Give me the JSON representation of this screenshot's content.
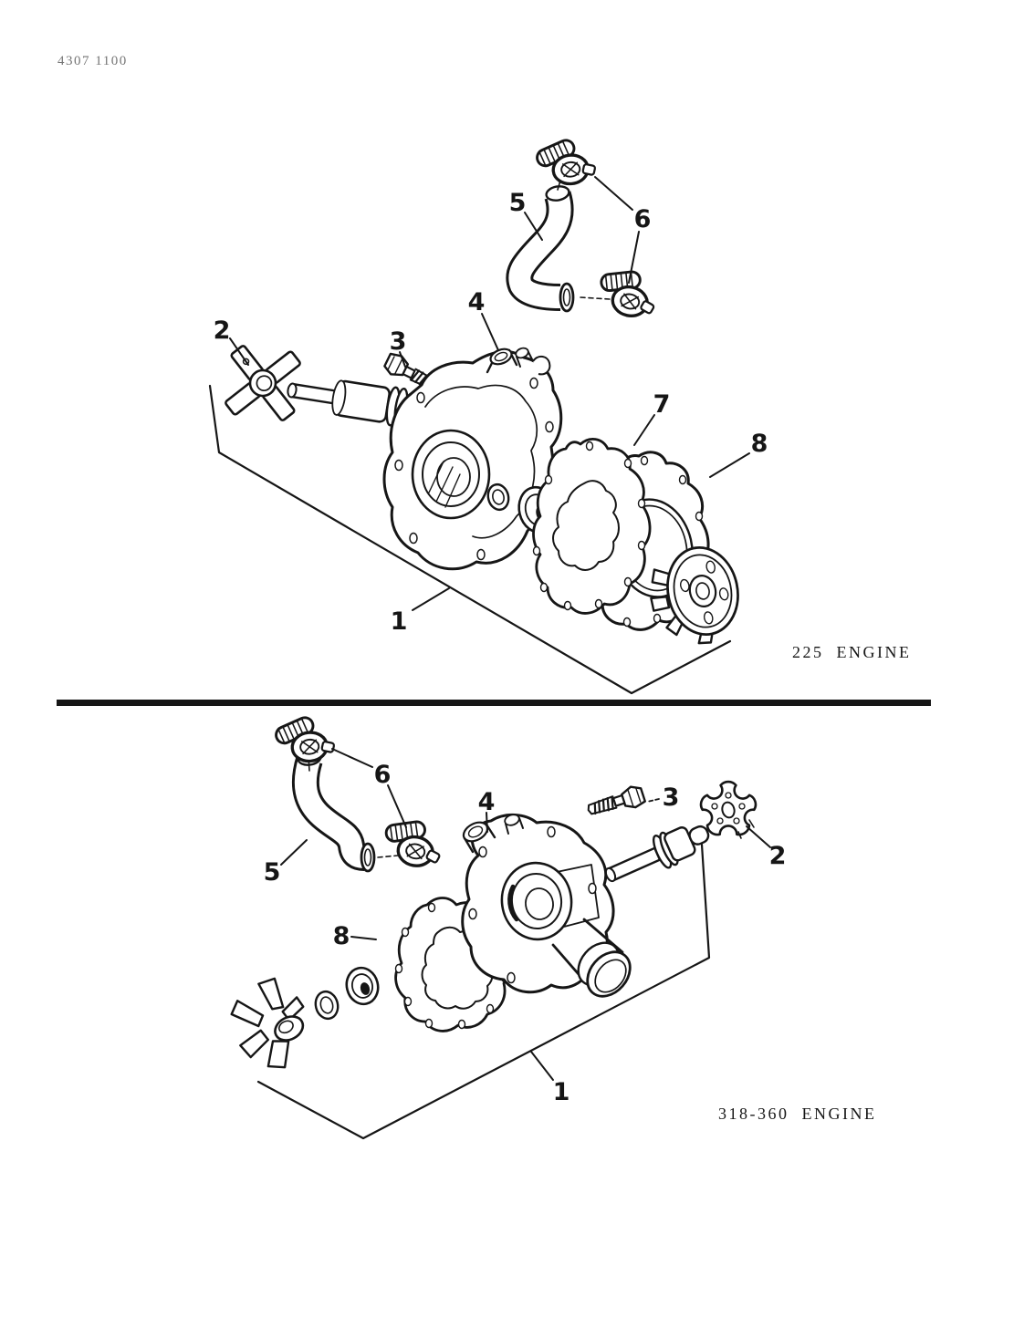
{
  "page": {
    "code": "4307 1100",
    "paper_color": "#ffffff",
    "ink_color": "#161616"
  },
  "top_diagram": {
    "engine_label": "225 ENGINE",
    "callouts": {
      "1": "1",
      "2": "2",
      "3": "3",
      "4": "4",
      "5": "5",
      "6": "6",
      "7": "7",
      "8": "8"
    }
  },
  "bottom_diagram": {
    "engine_label": "318-360 ENGINE",
    "callouts": {
      "1": "1",
      "2": "2",
      "3": "3",
      "4": "4",
      "5": "5",
      "6": "6",
      "8": "8"
    }
  }
}
